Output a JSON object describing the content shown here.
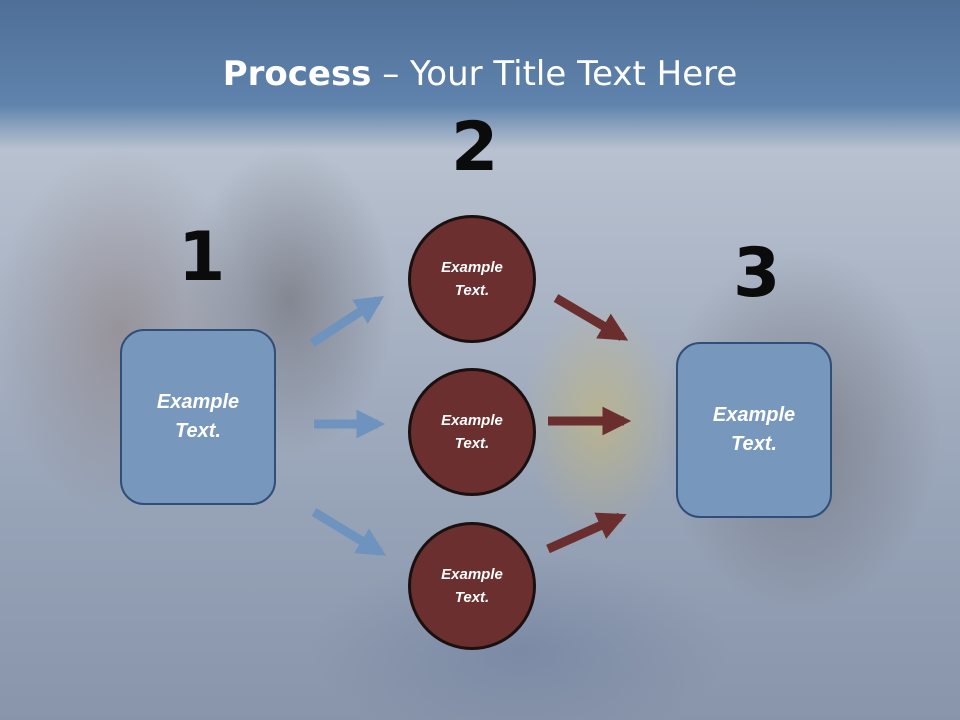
{
  "title": {
    "bold": "Process",
    "rest": " – Your Title Text Here"
  },
  "steps": [
    {
      "number": "1",
      "line1": "Example",
      "line2": "Text."
    },
    {
      "number": "2",
      "line1": "Example",
      "line2": "Text."
    },
    {
      "number": "3",
      "line1": "Example",
      "line2": "Text."
    }
  ],
  "middle": [
    {
      "line1": "Example",
      "line2": "Text."
    },
    {
      "line1": "Example",
      "line2": "Text."
    },
    {
      "line1": "Example",
      "line2": "Text."
    }
  ],
  "colors": {
    "blue_box": "#7897bd",
    "blue_arrow": "#6e93bf",
    "circle": "#6b2f2f",
    "dark_arrow": "#6a2e2e",
    "header": "#5f83ad"
  }
}
